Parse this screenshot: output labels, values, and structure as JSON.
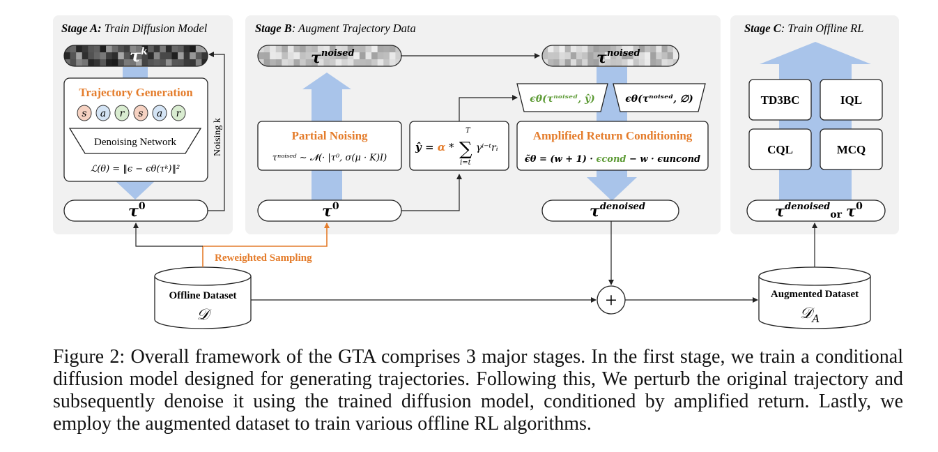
{
  "colors": {
    "orange": "#e47c2b",
    "green": "#5c9a34",
    "panel": "#f1f1f1",
    "arrow_blue": "#a9c4ea",
    "token_s": "#f6d2c2",
    "token_a": "#d4e4f5",
    "token_r": "#d9ecd0"
  },
  "stage_a": {
    "title_bold": "Stage A:",
    "title_rest": " Train Diffusion Model",
    "tau_k_base": "τ",
    "tau_k_sup": "k",
    "trajectory_generation": "Trajectory Generation",
    "tokens": [
      "s",
      "a",
      "r",
      "s",
      "a",
      "r"
    ],
    "denoising_network": "Denoising Network",
    "loss_formula": "ℒ(θ) = ‖ϵ − ϵθ(τᵏ)‖²",
    "noising_label": "Noising k",
    "tau0_base": "τ",
    "tau0_sup": "0"
  },
  "stage_b": {
    "title_bold": "Stage B",
    "title_rest": ": Augment Trajectory Data",
    "tau_noised_base": "τ",
    "tau_noised_sup": "noised",
    "partial_noising": "Partial Noising",
    "partial_formula": "τⁿᵒⁱˢᵉᵈ ∼ 𝓝(· |τ⁰, σ(μ · K)I)",
    "return_formula_lhs": "ŷ = ",
    "return_formula_alpha": "α",
    "return_formula_star": " * ",
    "return_formula_sum": "∑",
    "return_formula_upper": "T",
    "return_formula_lower": "i=t",
    "return_formula_body": "γⁱ⁻ᵗrᵢ",
    "cond_eps": "ϵθ(τⁿᵒⁱˢᵉᵈ, ŷ)",
    "uncond_eps": "ϵθ(τⁿᵒⁱˢᵉᵈ, ∅)",
    "amplified_title": "Amplified Return Conditioning",
    "cfg_formula_a": "ϵ̃θ = (w + 1) · ",
    "cfg_formula_cond": "ϵcond",
    "cfg_formula_b": " − w · ϵuncond",
    "tau_denoised_base": "τ",
    "tau_denoised_sup": "denoised",
    "tau0_base": "τ",
    "tau0_sup": "0"
  },
  "stage_c": {
    "title_bold": "Stage C",
    "title_rest": ": Train Offline RL",
    "algorithms": [
      "TD3BC",
      "IQL",
      "CQL",
      "MCQ"
    ],
    "tau_denoised_base": "τ",
    "tau_denoised_sup": "denoised",
    "or_word": "or",
    "tau0_base": "τ",
    "tau0_sup": "0"
  },
  "bottom": {
    "reweighted_sampling": "Reweighted Sampling",
    "offline_dataset_label": "Offline Dataset",
    "offline_dataset_symbol": "𝒟",
    "augmented_dataset_label": "Augmented Dataset",
    "augmented_dataset_symbol": "𝒟",
    "augmented_dataset_sub": "A",
    "plus_symbol": "+"
  },
  "caption": "Figure 2: Overall framework of the GTA comprises 3 major stages. In the first stage, we train a conditional diffusion model designed for generating trajectories. Following this, We perturb the original trajectory and subsequently denoise it using the trained diffusion model, conditioned by amplified return. Lastly, we employ the augmented dataset to train various offline RL algorithms."
}
